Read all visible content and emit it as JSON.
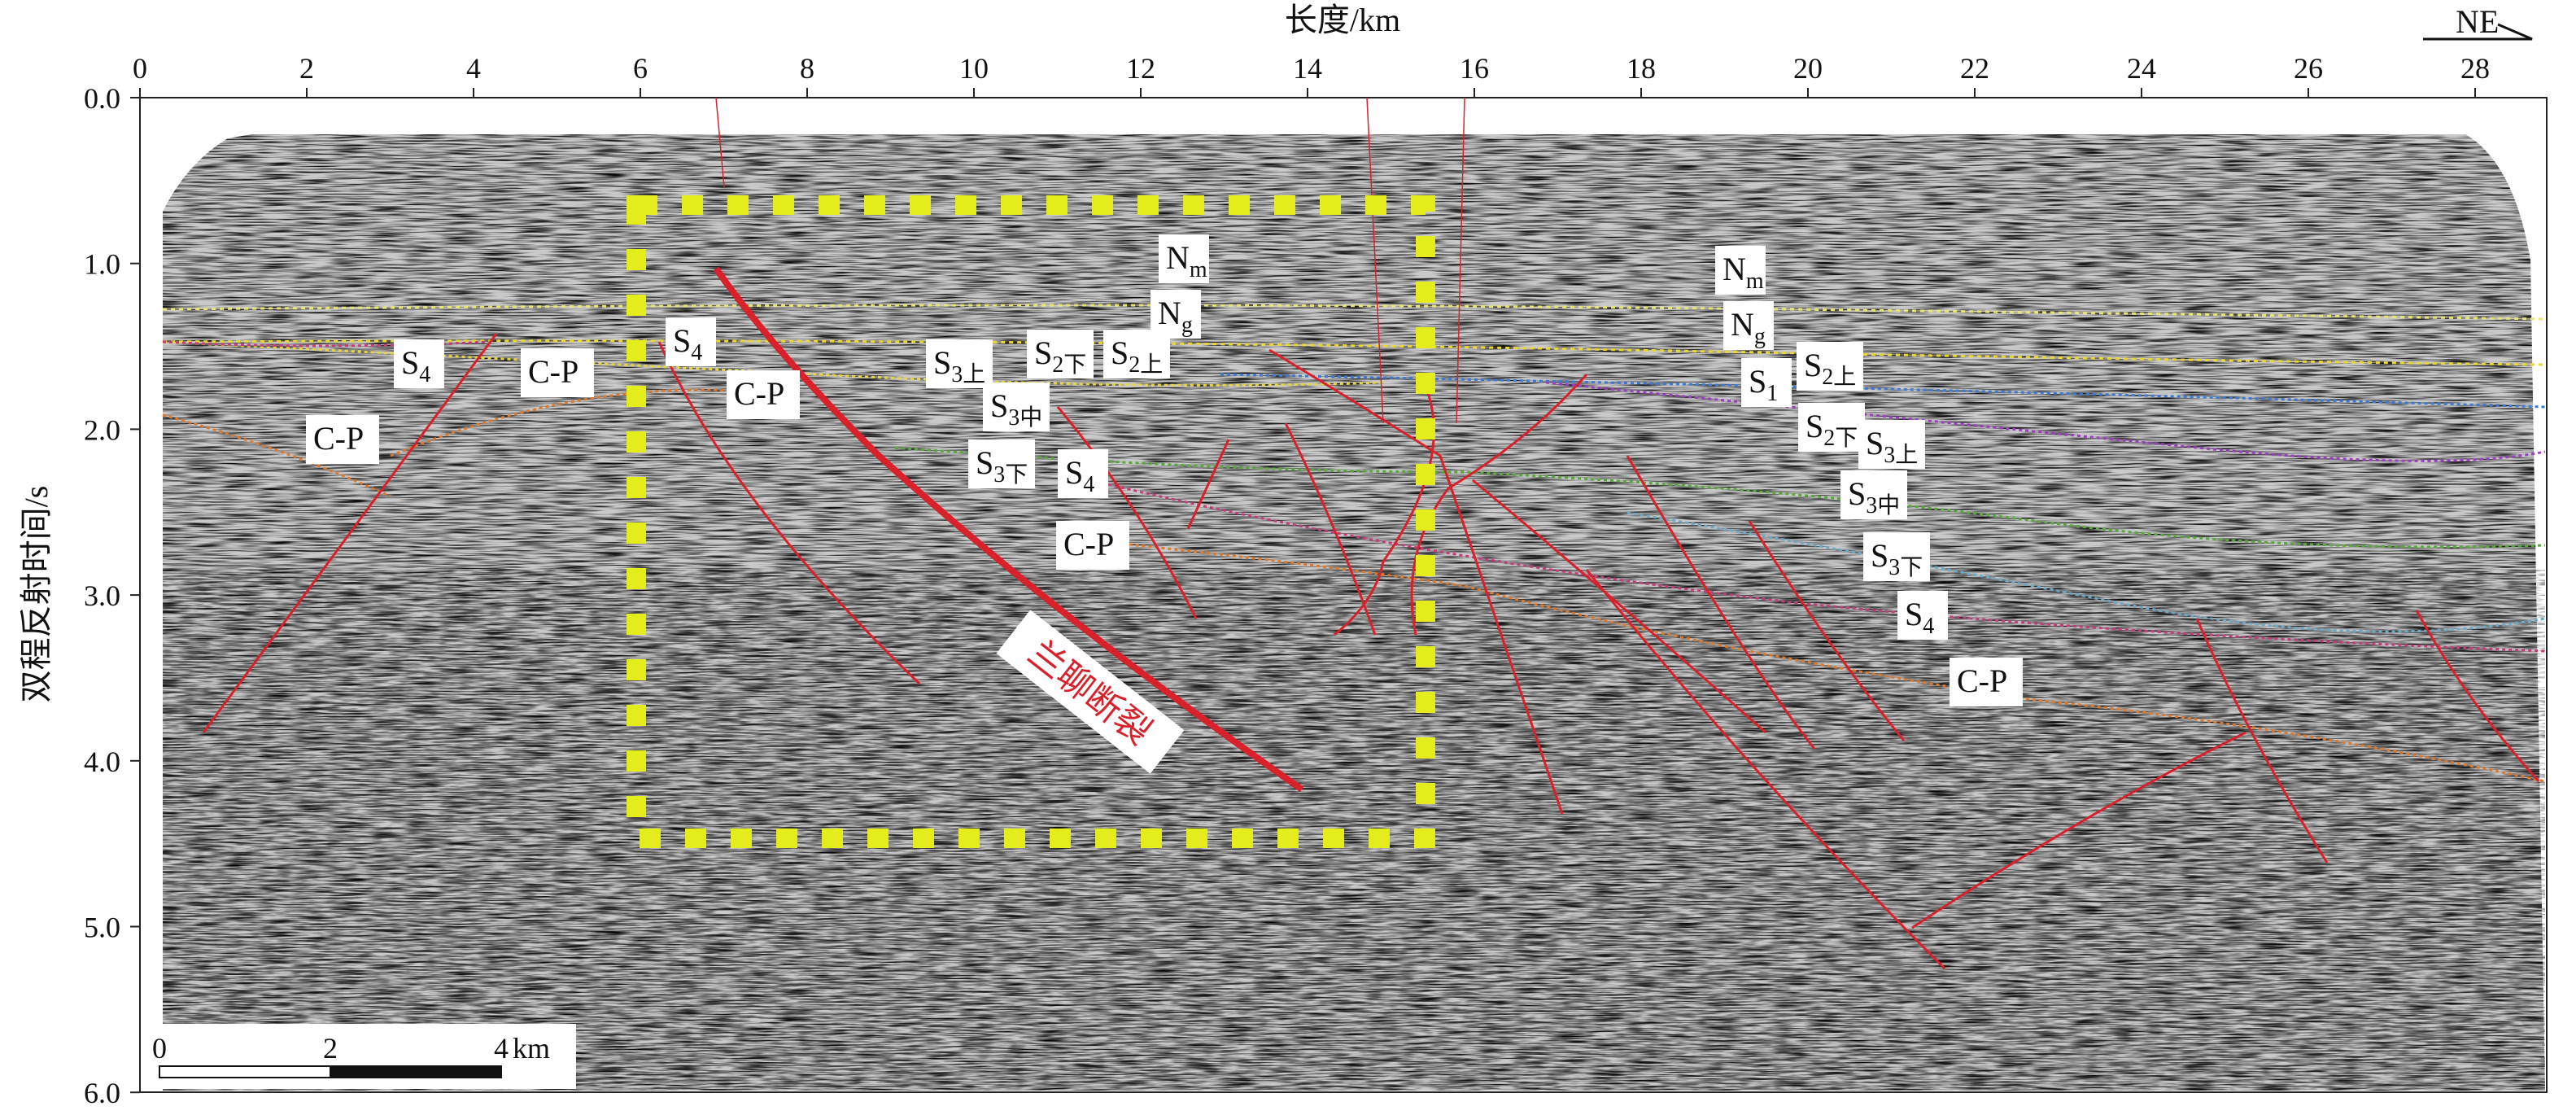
{
  "axes": {
    "x_title": "长度/km",
    "y_title": "双程反射时间/s",
    "x_ticks": [
      "0",
      "2",
      "4",
      "6",
      "8",
      "10",
      "12",
      "14",
      "16",
      "18",
      "20",
      "22",
      "24",
      "26",
      "28"
    ],
    "y_ticks": [
      "0.0",
      "1.0",
      "2.0",
      "3.0",
      "4.0",
      "5.0",
      "6.0"
    ]
  },
  "direction": "NE",
  "scale_bar": {
    "labels": [
      "0",
      "2",
      "4"
    ],
    "unit": "km"
  },
  "fault_name": "兰聊断裂",
  "colors": {
    "fault": "#d8212a",
    "highlight_box": "#e5ec1c",
    "horizon_nm": "#e8e37a",
    "horizon_ng": "#e8d63a",
    "horizon_s1": "#3b7bd8",
    "horizon_s2": "#9b3fc2",
    "horizon_s3": "#5aa83a",
    "horizon_s4": "#c63b7a",
    "horizon_cp": "#e0782a"
  },
  "labels": [
    {
      "id": "s4-west",
      "base": "S",
      "sub": "4"
    },
    {
      "id": "cp-west-upper",
      "base": "C-P",
      "sub": ""
    },
    {
      "id": "cp-west-lower",
      "base": "C-P",
      "sub": ""
    },
    {
      "id": "s4-box",
      "base": "S",
      "sub": "4"
    },
    {
      "id": "cp-box",
      "base": "C-P",
      "sub": ""
    },
    {
      "id": "nm-center",
      "base": "N",
      "sub": "m"
    },
    {
      "id": "ng-center",
      "base": "N",
      "sub": "g"
    },
    {
      "id": "s3-upper-center",
      "base": "S",
      "sub": "3上"
    },
    {
      "id": "s2-lower-center",
      "base": "S",
      "sub": "2下"
    },
    {
      "id": "s2-upper-center",
      "base": "S",
      "sub": "2上"
    },
    {
      "id": "s3-mid-center",
      "base": "S",
      "sub": "3中"
    },
    {
      "id": "s3-lower-center",
      "base": "S",
      "sub": "3下"
    },
    {
      "id": "s4-center",
      "base": "S",
      "sub": "4"
    },
    {
      "id": "cp-center",
      "base": "C-P",
      "sub": ""
    },
    {
      "id": "nm-east",
      "base": "N",
      "sub": "m"
    },
    {
      "id": "ng-east",
      "base": "N",
      "sub": "g"
    },
    {
      "id": "s1-east",
      "base": "S",
      "sub": "1"
    },
    {
      "id": "s2-upper-east",
      "base": "S",
      "sub": "2上"
    },
    {
      "id": "s2-lower-east",
      "base": "S",
      "sub": "2下"
    },
    {
      "id": "s3-upper-east",
      "base": "S",
      "sub": "3上"
    },
    {
      "id": "s3-mid-east",
      "base": "S",
      "sub": "3中"
    },
    {
      "id": "s3-lower-east",
      "base": "S",
      "sub": "3下"
    },
    {
      "id": "s4-east",
      "base": "S",
      "sub": "4"
    },
    {
      "id": "cp-east",
      "base": "C-P",
      "sub": ""
    }
  ]
}
